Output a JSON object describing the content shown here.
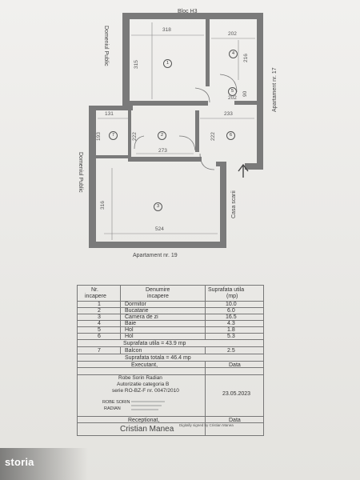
{
  "plan": {
    "title_top": "Bloc H3",
    "left_top": "Domeniul Public",
    "left_bottom": "Domeniul Public",
    "right_side": "Apartament nr. 17",
    "bottom": "Apartament nr. 19",
    "stairs": "Casa scarii",
    "dims": {
      "d318": "318",
      "d202a": "202",
      "d315": "315",
      "d216": "216",
      "d202b": "202",
      "d90": "90",
      "d131": "131",
      "d233": "233",
      "d193": "193",
      "d222a": "222",
      "d222b": "222",
      "d273": "273",
      "d316": "316",
      "d524": "524"
    },
    "room_numbers": [
      "1",
      "2",
      "3",
      "4",
      "5",
      "6",
      "7"
    ]
  },
  "table": {
    "headers": {
      "nr": [
        "Nr.",
        "incapere"
      ],
      "name": [
        "Denumire",
        "incapere"
      ],
      "area": [
        "Suprafata utila",
        "(mp)"
      ]
    },
    "rows": [
      {
        "nr": "1",
        "name": "Dormitor",
        "area": "10.0"
      },
      {
        "nr": "2",
        "name": "Bucatarie",
        "area": "6.0"
      },
      {
        "nr": "3",
        "name": "Camera de zi",
        "area": "16.5"
      },
      {
        "nr": "4",
        "name": "Baie",
        "area": "4.3"
      },
      {
        "nr": "5",
        "name": "Hol",
        "area": "1.8"
      },
      {
        "nr": "6",
        "name": "Hol",
        "area": "5.3"
      }
    ],
    "total_util": "Suprafata utila = 43.9 mp",
    "balcony": {
      "nr": "7",
      "name": "Balcon",
      "area": "2.5"
    },
    "total": "Suprafata totala = 46.4 mp",
    "executant_label": "Executant,",
    "date_label": "Data",
    "exec_lines": [
      "Robe Sorin Radian",
      "Autorizatie categoria B",
      "serie RO-BZ-F nr. 0047/2010"
    ],
    "exec_date": "23.05.2023",
    "sign_name_1": "ROBE SORIN",
    "sign_name_2": "RADIAN",
    "receptionat_label": "Receptionat,",
    "date_label_2": "Data",
    "receiver": "Cristian Manea",
    "receiver_note": "Digitally signed by Cristian Manea"
  },
  "watermark": "storia"
}
